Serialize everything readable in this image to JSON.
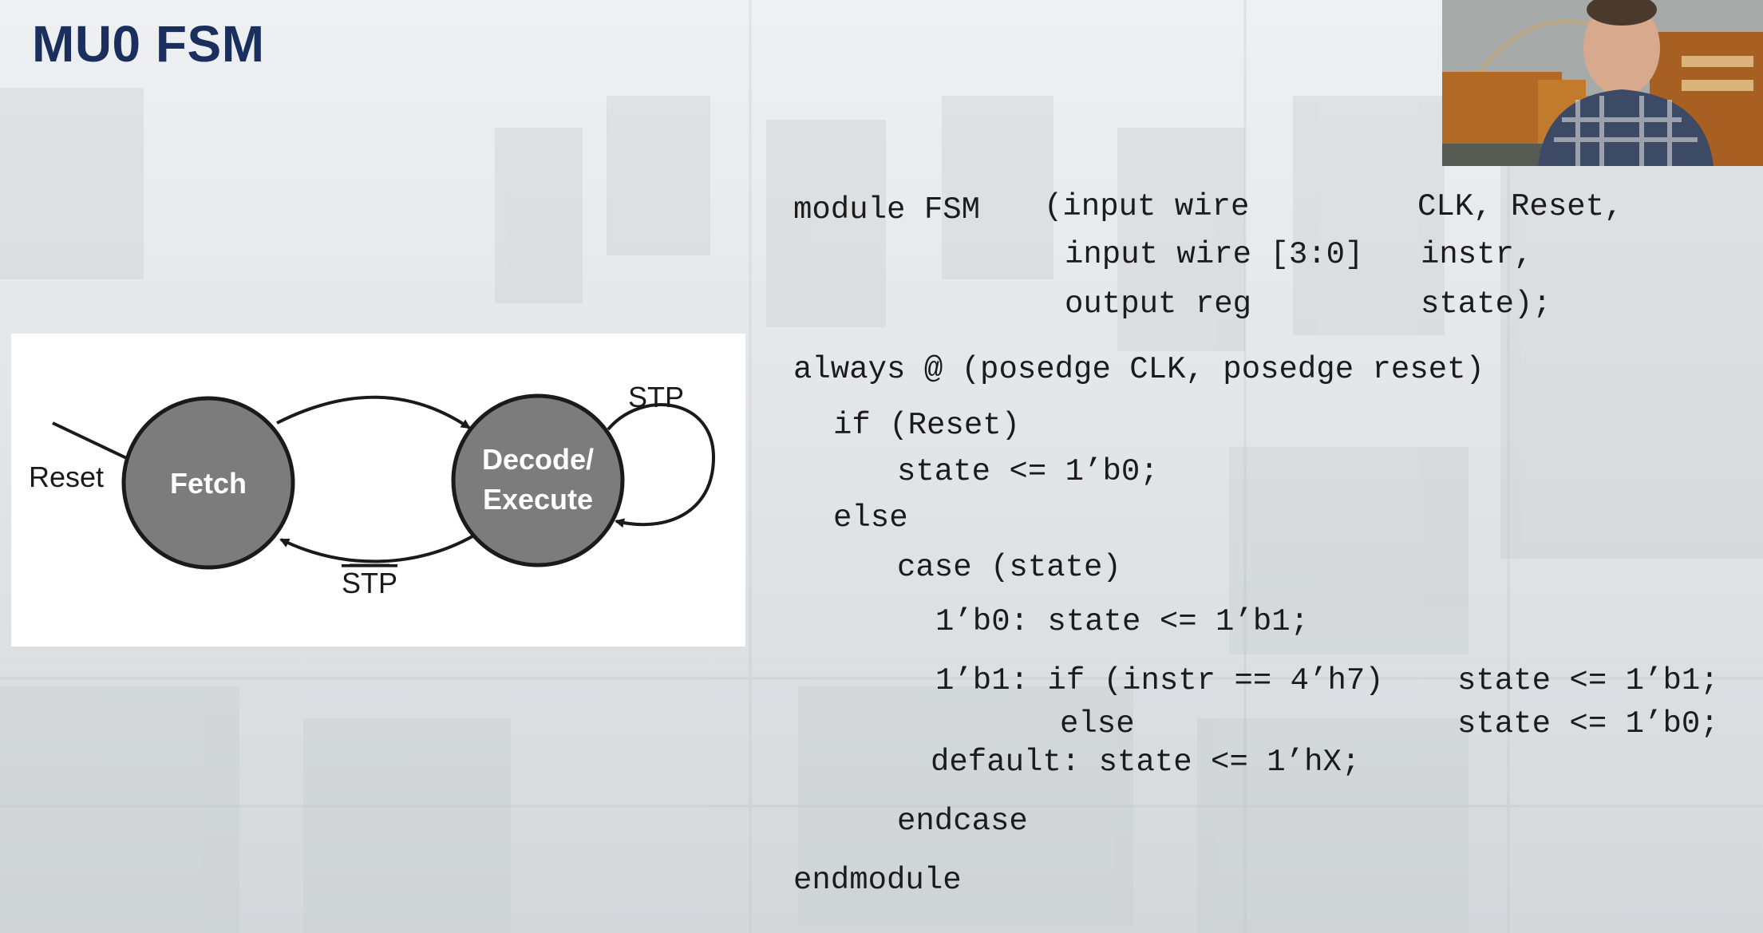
{
  "slide": {
    "title": "MU0 FSM"
  },
  "diagram": {
    "states": [
      {
        "id": "fetch",
        "label_lines": [
          "Fetch"
        ]
      },
      {
        "id": "decode_execute",
        "label_lines": [
          "Decode/",
          "Execute"
        ]
      }
    ],
    "transitions": [
      {
        "from": "",
        "to": "fetch",
        "label": "Reset"
      },
      {
        "from": "fetch",
        "to": "decode_execute",
        "label": ""
      },
      {
        "from": "decode_execute",
        "to": "fetch",
        "label": "STP",
        "label_overline": true
      },
      {
        "from": "decode_execute",
        "to": "decode_execute",
        "label": "STP"
      }
    ],
    "colors": {
      "state_fill": "#7c7c7c",
      "state_stroke": "#1a1a1a",
      "state_text": "#ffffff"
    }
  },
  "code": {
    "lines": [
      "module FSM",
      "(input wire",
      "CLK, Reset,",
      "input wire [3:0]",
      "instr,",
      "output reg",
      "state);",
      "always @ (posedge CLK, posedge reset)",
      "if (Reset)",
      "state <= 1’b0;",
      "else",
      "case (state)",
      "1’b0: state <= 1’b1;",
      "1’b1: if (instr == 4’h7)",
      "state <= 1’b1;",
      "else",
      "state <= 1’b0;",
      "default: state <= 1’hX;",
      "endcase",
      "endmodule"
    ]
  },
  "webcam": {
    "icon": "presenter-video"
  },
  "colors": {
    "title": "#1a2f5e",
    "code_text": "#1b1b1b"
  }
}
